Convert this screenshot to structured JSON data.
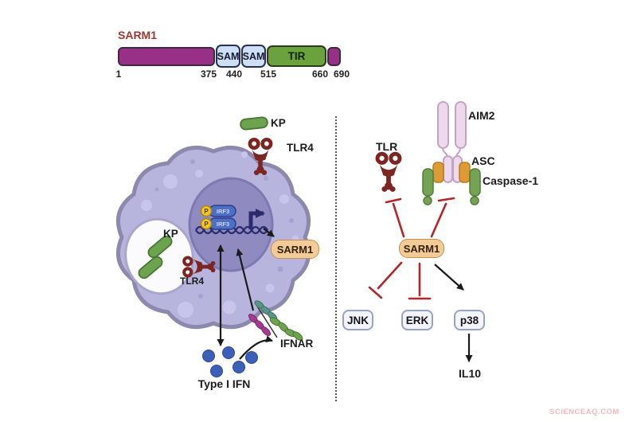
{
  "domain_diagram": {
    "title": "SARM1",
    "sam1": "SAM",
    "sam2": "SAM",
    "tir": "TIR",
    "ticks": [
      "1",
      "375",
      "440",
      "515",
      "660",
      "690"
    ]
  },
  "cell_panel": {
    "kp_top": "KP",
    "tlr4_top": "TLR4",
    "kp_vesicle": "KP",
    "tlr4_vesicle": "TLR4",
    "irf3_1": "IRF3",
    "irf3_2": "IRF3",
    "p1": "P",
    "p2": "P",
    "sarm1": "SARM1",
    "type_i_ifn": "Type I IFN",
    "ifnar": "IFNAR"
  },
  "pathway_panel": {
    "tlr": "TLR",
    "aim2": "AIM2",
    "asc": "ASC",
    "caspase1": "Caspase-1",
    "sarm1": "SARM1",
    "jnk": "JNK",
    "erk": "ERK",
    "p38": "p38",
    "il10": "IL10"
  },
  "watermark": "SCIENCEAQ.COM",
  "colors": {
    "domain_purple": "#993088",
    "sam_fill": "#cedef4",
    "tir_green": "#6ba23d",
    "title_red": "#9e382e",
    "cell_fill": "#b7b4de",
    "cell_border": "#8d89ac",
    "nucleus_fill": "#8f8bc1",
    "vesicle_fill": "#fbfbfd",
    "receptor_red": "#7c2522",
    "kp_green": "#6da24f",
    "ifn_blue": "#3c5fb7",
    "dna_navy": "#2b2b6e",
    "irf3_blue": "#4f6fc5",
    "phospho_yellow": "#f2c52f",
    "sarm1_fill": "#f2cb97",
    "aim2_pink": "#ecd9ec",
    "asc_orange": "#dd9b35",
    "caspase_green": "#74a356",
    "inhibition_red": "#b3242b",
    "arrow_black": "#1a1a1a"
  }
}
